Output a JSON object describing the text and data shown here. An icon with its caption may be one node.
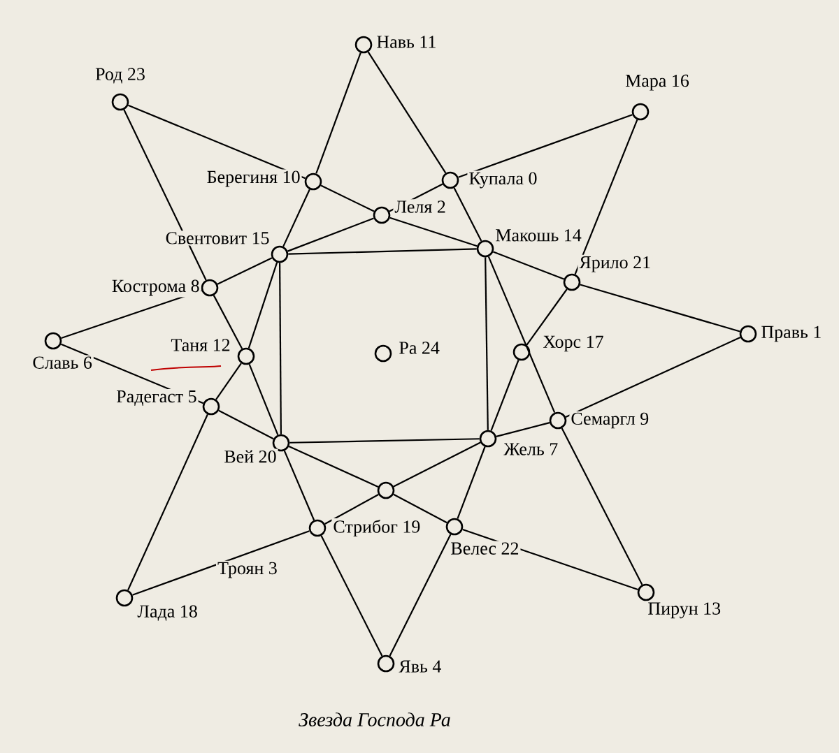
{
  "diagram": {
    "caption": "Звезда Господа Ра",
    "nodes": [
      {
        "text": [],
        "shape": "circle",
        "beside": [
          "Навь 11"
        ]
      },
      {
        "text": [],
        "shape": "circle",
        "beside": [
          "Род 23"
        ]
      },
      {
        "text": [],
        "shape": "circle",
        "beside": [
          "Мара 16"
        ]
      },
      {
        "text": [],
        "shape": "circle",
        "beside": [
          "Купала 0"
        ]
      },
      {
        "text": [],
        "shape": "circle",
        "beside": [
          "Берегиня 10"
        ]
      },
      {
        "text": [],
        "shape": "circle",
        "beside": [
          "Леля 2"
        ]
      },
      {
        "text": [],
        "shape": "circle",
        "beside": [
          "Макошь 14"
        ]
      },
      {
        "text": [],
        "shape": "circle",
        "beside": [
          "Свентовит 15"
        ]
      },
      {
        "text": [],
        "shape": "circle",
        "beside": [
          "Ярило 21"
        ]
      },
      {
        "text": [],
        "shape": "circle",
        "beside": [
          "Кострома 8"
        ]
      },
      {
        "text": [],
        "shape": "circle",
        "beside": [
          "Правь 1"
        ]
      },
      {
        "text": [],
        "shape": "circle",
        "beside": [
          "Славь 6"
        ]
      },
      {
        "text": [],
        "shape": "circle",
        "beside": [
          "Хорс 17"
        ]
      },
      {
        "text": [],
        "shape": "circle",
        "beside": [
          "Ра 24"
        ]
      },
      {
        "text": [],
        "shape": "circle",
        "beside": [
          "Таня 12"
        ]
      },
      {
        "text": [],
        "shape": "circle",
        "beside": [
          "Радегаст 5"
        ]
      },
      {
        "text": [],
        "shape": "circle",
        "beside": [
          "Семаргл 9"
        ]
      },
      {
        "text": [],
        "shape": "circle",
        "beside": [
          "Жель 7"
        ]
      },
      {
        "text": [],
        "shape": "circle",
        "beside": [
          "Вей 20"
        ]
      },
      {
        "text": [],
        "shape": "circle"
      },
      {
        "text": [],
        "shape": "circle",
        "beside": [
          "Велес 22"
        ]
      },
      {
        "text": [],
        "shape": "circle",
        "beside": [
          "Стрибог 19"
        ]
      },
      {
        "text": [],
        "shape": "circle",
        "beside": [
          "Пирун 13"
        ]
      },
      {
        "text": [],
        "shape": "circle",
        "beside": [
          "Лада 18"
        ]
      },
      {
        "text": [],
        "shape": "circle",
        "beside": [
          "Явь 4"
        ]
      }
    ],
    "edges": [
      {
        "from": 0,
        "to": 4,
        "arrow": "none"
      },
      {
        "from": 4,
        "to": 7,
        "arrow": "none"
      },
      {
        "from": 7,
        "to": 14,
        "arrow": "none"
      },
      {
        "from": 14,
        "to": 15,
        "arrow": "none"
      },
      {
        "from": 15,
        "to": 23,
        "arrow": "none"
      },
      {
        "from": 0,
        "to": 3,
        "arrow": "none"
      },
      {
        "from": 3,
        "to": 6,
        "arrow": "none"
      },
      {
        "from": 6,
        "to": 16,
        "arrow": "none"
      },
      {
        "from": 16,
        "to": 22,
        "arrow": "none"
      },
      {
        "from": 1,
        "to": 4,
        "arrow": "none"
      },
      {
        "from": 4,
        "to": 5,
        "arrow": "none"
      },
      {
        "from": 5,
        "to": 6,
        "arrow": "none"
      },
      {
        "from": 6,
        "to": 8,
        "arrow": "none"
      },
      {
        "from": 8,
        "to": 10,
        "arrow": "none"
      },
      {
        "from": 2,
        "to": 3,
        "arrow": "none"
      },
      {
        "from": 3,
        "to": 5,
        "arrow": "none"
      },
      {
        "from": 5,
        "to": 7,
        "arrow": "none"
      },
      {
        "from": 7,
        "to": 9,
        "arrow": "none"
      },
      {
        "from": 9,
        "to": 11,
        "arrow": "none"
      },
      {
        "from": 2,
        "to": 8,
        "arrow": "none"
      },
      {
        "from": 8,
        "to": 12,
        "arrow": "none"
      },
      {
        "from": 12,
        "to": 17,
        "arrow": "none"
      },
      {
        "from": 17,
        "to": 20,
        "arrow": "none"
      },
      {
        "from": 20,
        "to": 24,
        "arrow": "none"
      },
      {
        "from": 1,
        "to": 9,
        "arrow": "none"
      },
      {
        "from": 9,
        "to": 14,
        "arrow": "none"
      },
      {
        "from": 14,
        "to": 18,
        "arrow": "none"
      },
      {
        "from": 18,
        "to": 21,
        "arrow": "none"
      },
      {
        "from": 21,
        "to": 24,
        "arrow": "none"
      },
      {
        "from": 11,
        "to": 15,
        "arrow": "none"
      },
      {
        "from": 15,
        "to": 18,
        "arrow": "none"
      },
      {
        "from": 18,
        "to": 19,
        "arrow": "none"
      },
      {
        "from": 19,
        "to": 20,
        "arrow": "none"
      },
      {
        "from": 20,
        "to": 22,
        "arrow": "none"
      },
      {
        "from": 23,
        "to": 21,
        "arrow": "none",
        "label": "Троян 3"
      },
      {
        "from": 21,
        "to": 19,
        "arrow": "none"
      },
      {
        "from": 19,
        "to": 17,
        "arrow": "none"
      },
      {
        "from": 17,
        "to": 16,
        "arrow": "none"
      },
      {
        "from": 16,
        "to": 10,
        "arrow": "none"
      },
      {
        "from": 7,
        "to": 6,
        "arrow": "none"
      },
      {
        "from": 6,
        "to": 17,
        "arrow": "none"
      },
      {
        "from": 17,
        "to": 18,
        "arrow": "none"
      },
      {
        "from": 18,
        "to": 7,
        "arrow": "none"
      }
    ]
  }
}
